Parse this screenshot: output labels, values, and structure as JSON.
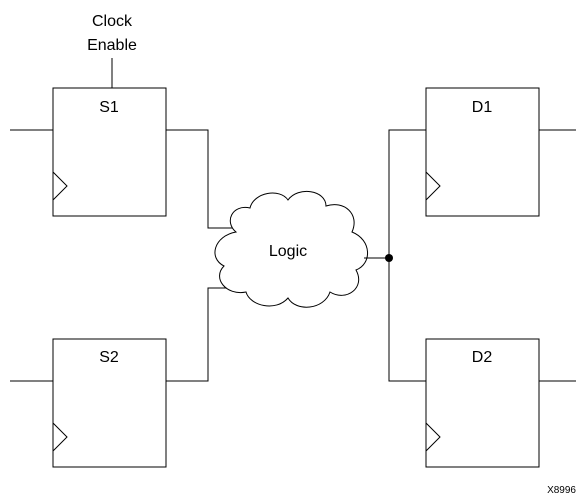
{
  "clock_enable": {
    "line1": "Clock",
    "line2": "Enable"
  },
  "registers": {
    "s1": "S1",
    "s2": "S2",
    "d1": "D1",
    "d2": "D2"
  },
  "logic_label": "Logic",
  "figure_id": "X8996"
}
